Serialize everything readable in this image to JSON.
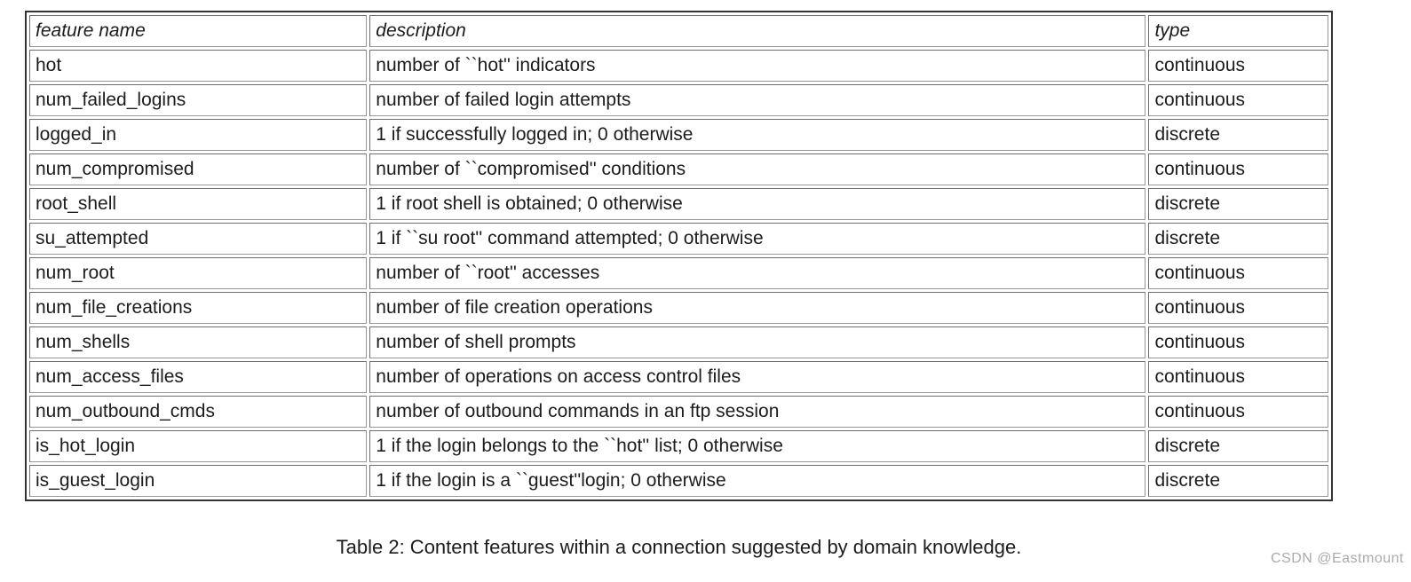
{
  "table": {
    "headers": [
      "feature name",
      "description",
      "type"
    ],
    "rows": [
      [
        "hot",
        "number of ``hot'' indicators",
        "continuous"
      ],
      [
        "num_failed_logins",
        "number of failed login attempts",
        "continuous"
      ],
      [
        "logged_in",
        "1 if successfully logged in; 0 otherwise",
        "discrete"
      ],
      [
        "num_compromised",
        "number of ``compromised'' conditions",
        "continuous"
      ],
      [
        "root_shell",
        "1 if root shell is obtained; 0 otherwise",
        "discrete"
      ],
      [
        "su_attempted",
        "1 if ``su root'' command attempted; 0 otherwise",
        "discrete"
      ],
      [
        "num_root",
        "number of ``root'' accesses",
        "continuous"
      ],
      [
        "num_file_creations",
        "number of file creation operations",
        "continuous"
      ],
      [
        "num_shells",
        "number of shell prompts",
        "continuous"
      ],
      [
        "num_access_files",
        "number of operations on access control files",
        "continuous"
      ],
      [
        "num_outbound_cmds",
        "number of outbound commands in an ftp session",
        "continuous"
      ],
      [
        "is_hot_login",
        "1 if the login belongs to the ``hot'' list; 0 otherwise",
        "discrete"
      ],
      [
        "is_guest_login",
        "1 if the login is a ``guest''login; 0 otherwise",
        "discrete"
      ]
    ]
  },
  "caption": "Table 2: Content features within a connection suggested by domain knowledge.",
  "watermark": "CSDN @Eastmount",
  "colors": {
    "table_frame": "#343434",
    "cell_border": "#8a8a8a",
    "text": "#1c1c1c",
    "watermark": "#ababab",
    "background": "#ffffff"
  }
}
